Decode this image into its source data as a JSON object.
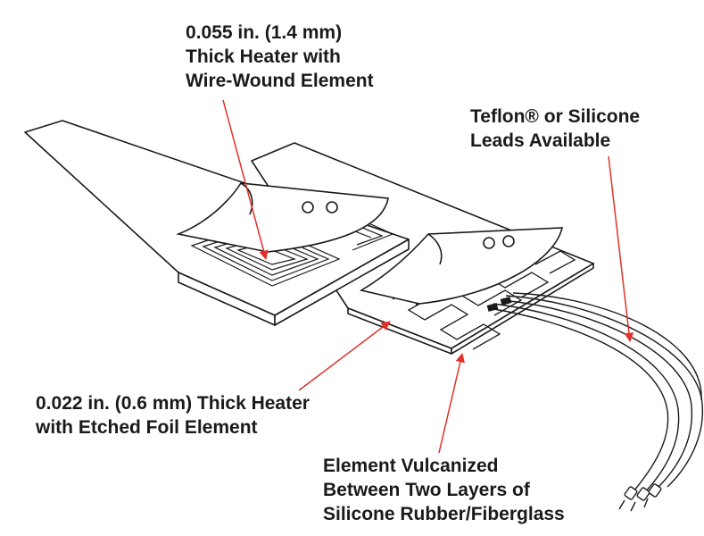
{
  "colors": {
    "leader": "#e0322a",
    "outline": "#1a1a1a",
    "text": "#1a1a1a",
    "background": "#ffffff"
  },
  "callouts": {
    "wire_wound": {
      "line1": "0.055 in. (1.4 mm)",
      "line2": "Thick Heater with",
      "line3": "Wire-Wound Element"
    },
    "leads": {
      "line1": "Teflon® or Silicone",
      "line2": "Leads Available"
    },
    "etched_foil": {
      "line1": "0.022 in. (0.6 mm) Thick Heater",
      "line2": "with Etched Foil Element"
    },
    "vulcanized": {
      "line1": "Element Vulcanized",
      "line2": "Between Two Layers of",
      "line3": "Silicone Rubber/Fiberglass"
    }
  }
}
